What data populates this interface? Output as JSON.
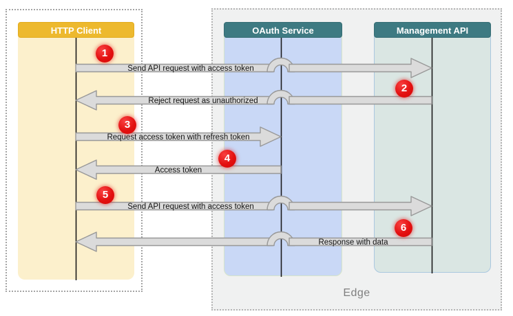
{
  "diagram": {
    "actors": [
      {
        "name": "HTTP Client"
      },
      {
        "name": "OAuth Service"
      },
      {
        "name": "Management API"
      }
    ],
    "edge_group_label": "Edge",
    "messages": [
      {
        "step": "1",
        "label": "Send API request with access token",
        "from": "HTTP Client",
        "to": "Management API"
      },
      {
        "step": "2",
        "label": "Reject request as unauthorized",
        "from": "Management API",
        "to": "HTTP Client"
      },
      {
        "step": "3",
        "label": "Request access token with refresh token",
        "from": "HTTP Client",
        "to": "OAuth Service"
      },
      {
        "step": "4",
        "label": "Access token",
        "from": "OAuth Service",
        "to": "HTTP Client"
      },
      {
        "step": "5",
        "label": "Send API request with access token",
        "from": "HTTP Client",
        "to": "Management API"
      },
      {
        "step": "6",
        "label": "Response with data",
        "from": "Management API",
        "to": "HTTP Client"
      }
    ],
    "colors": {
      "client_header": "#edb92e",
      "client_column": "#fcf0cc",
      "service_header": "#3e7a82",
      "oauth_column": "#c9d8f6",
      "management_column": "#dae6e3",
      "arrow_fill": "#dbdbdb",
      "arrow_stroke": "#989898",
      "step_badge": "#e31010",
      "edge_panel": "#f0f1f1",
      "edge_label_text": "#7f7f7f"
    }
  }
}
